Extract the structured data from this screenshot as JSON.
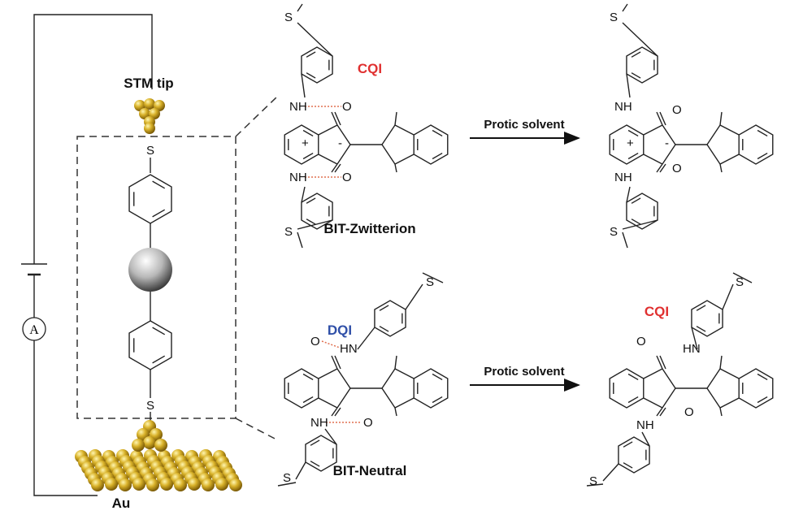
{
  "left_panel": {
    "tip_label": "STM tip",
    "substrate_label": "Au",
    "ammeter_label": "A",
    "sulfur_top": "S",
    "sulfur_bottom": "S"
  },
  "top_row": {
    "reactant_state": "CQI",
    "reactant_name": "BIT-Zwitterion",
    "arrow_label": "Protic solvent",
    "atoms": {
      "nh": "NH",
      "o": "O",
      "s": "S",
      "plus": "+",
      "minus": "-"
    }
  },
  "bottom_row": {
    "reactant_state": "DQI",
    "reactant_name": "BIT-Neutral",
    "arrow_label": "Protic solvent",
    "product_state": "CQI",
    "atoms": {
      "nh": "NH",
      "hn": "HN",
      "o": "O",
      "s": "S"
    }
  },
  "colors": {
    "cqi": "#e03030",
    "dqi": "#3050a8",
    "gold": "#c9a21a",
    "hbond": "#e07050"
  }
}
